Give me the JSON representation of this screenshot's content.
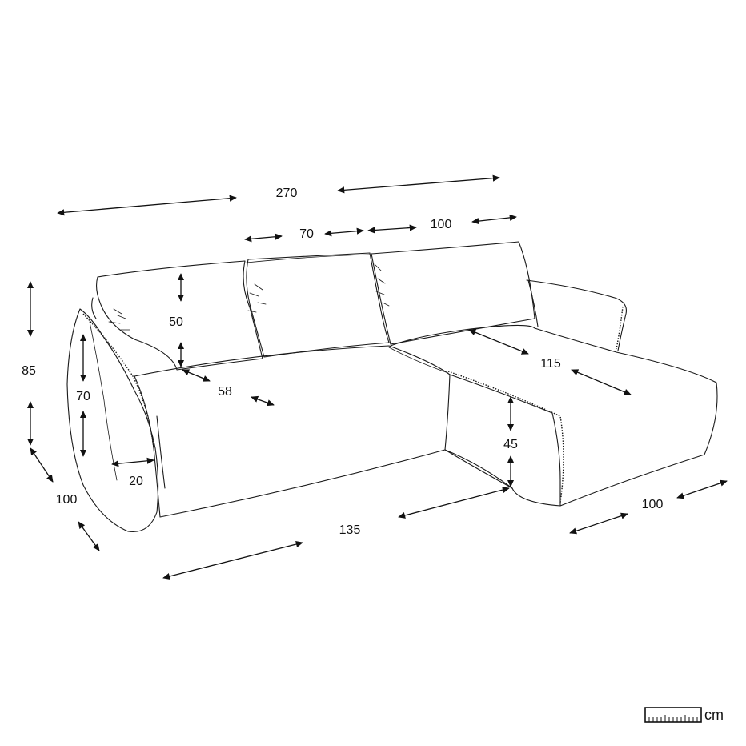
{
  "dimensions": {
    "total_width": "270",
    "left_cushion_width": "70",
    "right_cushion_width": "100",
    "overall_height": "85",
    "back_cushion_height": "50",
    "armrest_height": "70",
    "seat_depth": "58",
    "chaise_length": "115",
    "seat_height": "45",
    "armrest_width": "20",
    "depth": "100",
    "seat_width": "135",
    "chaise_width": "100"
  },
  "unit": {
    "label": "cm",
    "icon": "ruler-icon"
  },
  "colors": {
    "line": "#1a1a1a",
    "background": "#ffffff"
  }
}
